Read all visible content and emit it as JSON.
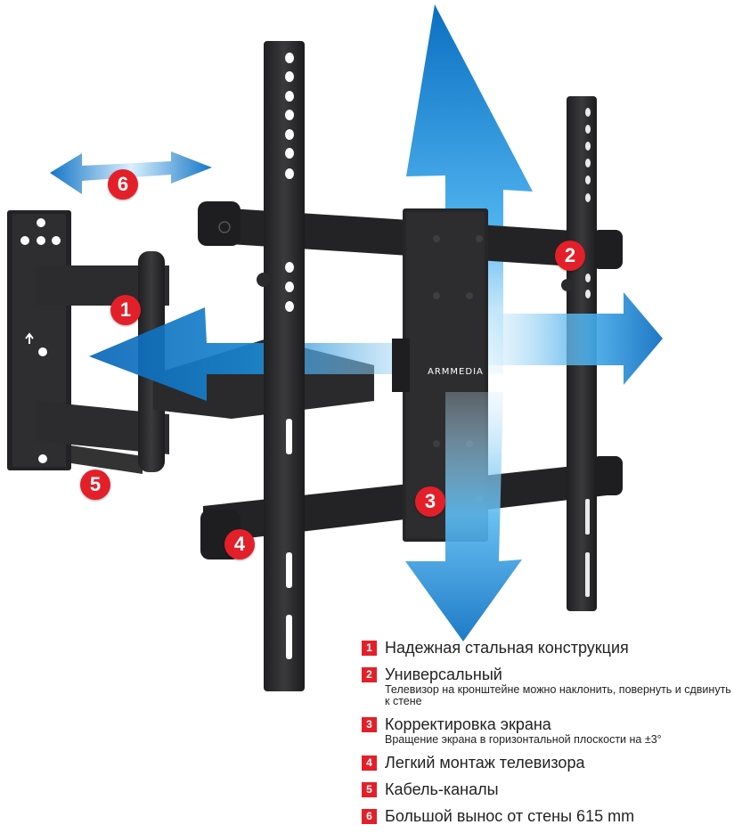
{
  "product": {
    "brand_logo": "ARMMEDIA",
    "callouts": [
      {
        "id": "1",
        "label": "1"
      },
      {
        "id": "2",
        "label": "2"
      },
      {
        "id": "3",
        "label": "3"
      },
      {
        "id": "4",
        "label": "4"
      },
      {
        "id": "5",
        "label": "5"
      },
      {
        "id": "6",
        "label": "6"
      }
    ],
    "arrows": [
      "arrow-horizontal-6",
      "arrow-up",
      "arrow-down",
      "arrow-left",
      "arrow-right"
    ],
    "colors": {
      "badge_red": "#e3202a",
      "arrow_blue": "#1a8ad6",
      "metal": "#2b2b2d"
    }
  },
  "features": [
    {
      "num": "1",
      "title": "Надежная стальная конструкция",
      "subtitle": ""
    },
    {
      "num": "2",
      "title": "Универсальный",
      "subtitle": "Телевизор на кронштейне можно наклонить, повернуть и сдвинуть к стене"
    },
    {
      "num": "3",
      "title": "Корректировка экрана",
      "subtitle": "Вращение экрана в горизонтальной плоскости на ±3°"
    },
    {
      "num": "4",
      "title": "Легкий монтаж телевизора",
      "subtitle": ""
    },
    {
      "num": "5",
      "title": "Кабель-каналы",
      "subtitle": ""
    },
    {
      "num": "6",
      "title": "Большой вынос от стены 615 mm",
      "subtitle": ""
    }
  ]
}
